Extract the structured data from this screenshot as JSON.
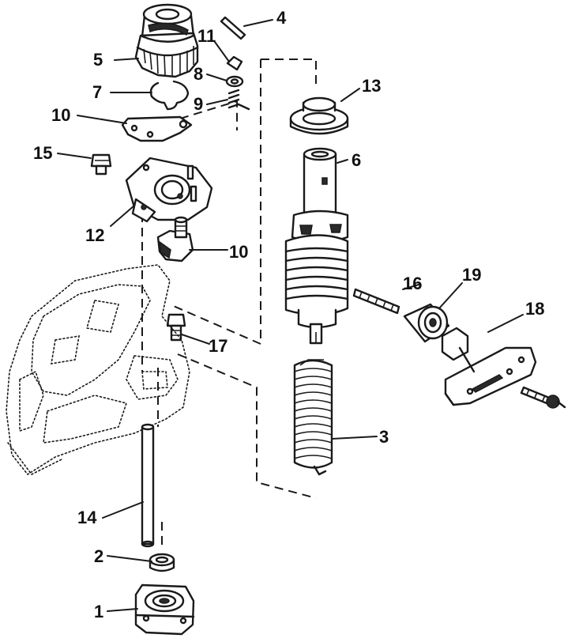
{
  "figure": {
    "callouts": [
      {
        "id": "c1",
        "text": "1"
      },
      {
        "id": "c2",
        "text": "2"
      },
      {
        "id": "c3",
        "text": "3"
      },
      {
        "id": "c4",
        "text": "4"
      },
      {
        "id": "c5",
        "text": "5"
      },
      {
        "id": "c6",
        "text": "6"
      },
      {
        "id": "c7",
        "text": "7"
      },
      {
        "id": "c8",
        "text": "8"
      },
      {
        "id": "c9",
        "text": "9"
      },
      {
        "id": "c10a",
        "text": "10"
      },
      {
        "id": "c10b",
        "text": "10"
      },
      {
        "id": "c11",
        "text": "11"
      },
      {
        "id": "c12",
        "text": "12"
      },
      {
        "id": "c13",
        "text": "13"
      },
      {
        "id": "c14",
        "text": "14"
      },
      {
        "id": "c15",
        "text": "15"
      },
      {
        "id": "c16",
        "text": "16"
      },
      {
        "id": "c17",
        "text": "17"
      },
      {
        "id": "c18",
        "text": "18"
      },
      {
        "id": "c19",
        "text": "19"
      }
    ]
  }
}
